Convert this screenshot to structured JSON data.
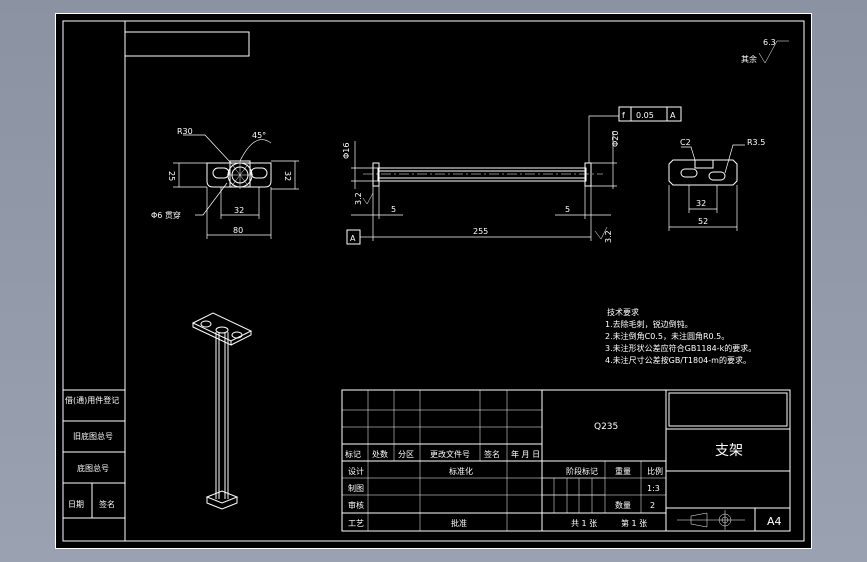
{
  "roughness": {
    "value": "6.3",
    "prefix": "其余"
  },
  "front_view": {
    "label_R": "R30",
    "label_angle": "45°",
    "dim_h_left": "25",
    "dim_h_right": "32",
    "label_hole": "Φ6 贯穿",
    "dim_32": "32",
    "dim_80": "80"
  },
  "side_view": {
    "dim_phi16": "Φ16",
    "dim_phi20": "Φ20",
    "dim_5a": "5",
    "dim_5b": "5",
    "dim_255": "255",
    "datum_A": "A",
    "rough_32": "3.2",
    "rough_32b": "3.2",
    "tol_symbol": "f",
    "tol_value": "0.05",
    "tol_datum": "A"
  },
  "right_view": {
    "label_C2": "C2",
    "label_R35": "R3.5",
    "dim_32": "32",
    "dim_52": "52"
  },
  "tech_req": {
    "title": "技术要求",
    "items": [
      "1.去除毛刺，锐边倒钝。",
      "2.未注倒角C0.5，未注圆角R0.5。",
      "3.未注形状公差应符合GB1184-k的要求。",
      "4.未注尺寸公差按GB/T1804-m的要求。"
    ]
  },
  "left_table": [
    "借(通)用件登记",
    "旧底图总号",
    "底图总号",
    "日期",
    "签名"
  ],
  "title_block": {
    "material": "Q235",
    "part_name": "支架",
    "header": [
      "标记",
      "处数",
      "分区",
      "更改文件号",
      "签名",
      "年 月 日"
    ],
    "row_design": "设计",
    "row_std": "标准化",
    "row_draw": "制图",
    "row_check": "审核",
    "row_craft": "工艺",
    "row_approve": "批准",
    "stage_mark": "阶段标记",
    "weight": "重量",
    "scale": "比例",
    "scale_value": "1:3",
    "qty_label": "数量",
    "qty_value": "2",
    "total_sheets": "共 1 张",
    "sheet_no": "第 1 张",
    "size": "A4"
  }
}
